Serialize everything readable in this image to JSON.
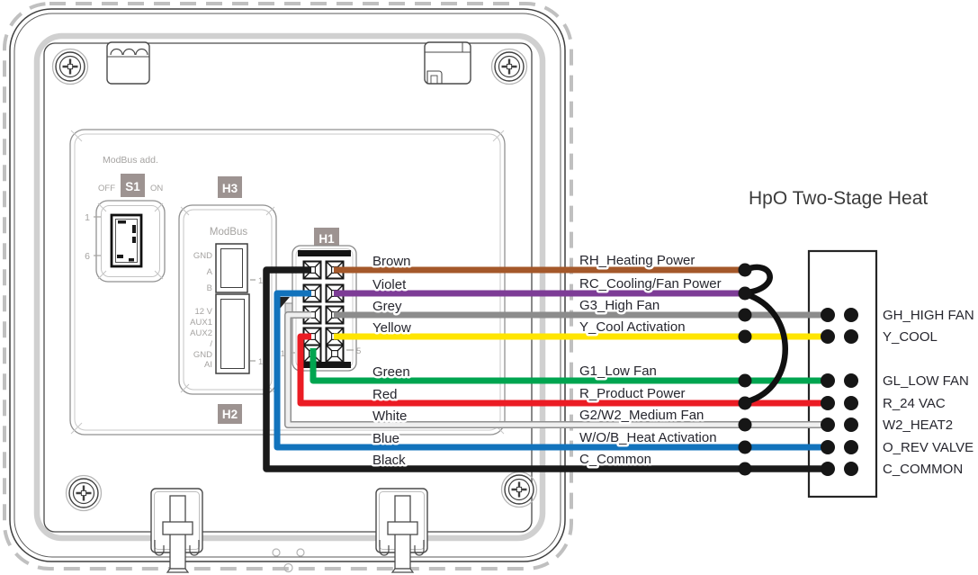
{
  "title": "HpO Two-Stage Heat",
  "board": {
    "modbus_add": "ModBus add.",
    "s1_label": "S1",
    "off": "OFF",
    "on": "ON",
    "dip_first": "1",
    "dip_last": "6",
    "h3_label": "H3",
    "h3_title": "ModBus",
    "h3_pins_top": [
      "GND",
      "A",
      "B"
    ],
    "h3_pins_bottom": [
      "12 V",
      "AUX1",
      "AUX2",
      "/",
      "GND",
      "AI"
    ],
    "h3_pin1": "1",
    "h2_label": "H2",
    "h1_label": "H1",
    "h1_pin_first": "1",
    "h1_pin_last": "5"
  },
  "wires": [
    {
      "color_name": "Brown",
      "color_hex": "#A4582A",
      "signal": "RH_Heating Power",
      "terminal": ""
    },
    {
      "color_name": "Violet",
      "color_hex": "#7D3C96",
      "signal": "RC_Cooling/Fan Power",
      "terminal": ""
    },
    {
      "color_name": "Grey",
      "color_hex": "#8C8C8C",
      "signal": "G3_High Fan",
      "terminal": "GH_HIGH FAN"
    },
    {
      "color_name": "Yellow",
      "color_hex": "#FFE500",
      "signal": "Y_Cool Activation",
      "terminal": "Y_COOL"
    },
    {
      "color_name": "Green",
      "color_hex": "#00A550",
      "signal": "G1_Low Fan",
      "terminal": "GL_LOW FAN"
    },
    {
      "color_name": "Red",
      "color_hex": "#EB1C24",
      "signal": "R_Product Power",
      "terminal": "R_24 VAC"
    },
    {
      "color_name": "White",
      "color_hex": "#EFEFEF",
      "signal": "G2/W2_Medium Fan",
      "terminal": "W2_HEAT2"
    },
    {
      "color_name": "Blue",
      "color_hex": "#1273BC",
      "signal": "W/O/B_Heat Activation",
      "terminal": "O_REV VALVE"
    },
    {
      "color_name": "Black",
      "color_hex": "#1A1A1A",
      "signal": "C_Common",
      "terminal": "C_COMMON"
    }
  ],
  "connections": {
    "jumpers": [
      {
        "from": "RH_Heating Power",
        "to": "RC_Cooling/Fan Power"
      },
      {
        "from": "RC_Cooling/Fan Power",
        "to": "R_Product Power"
      }
    ]
  }
}
